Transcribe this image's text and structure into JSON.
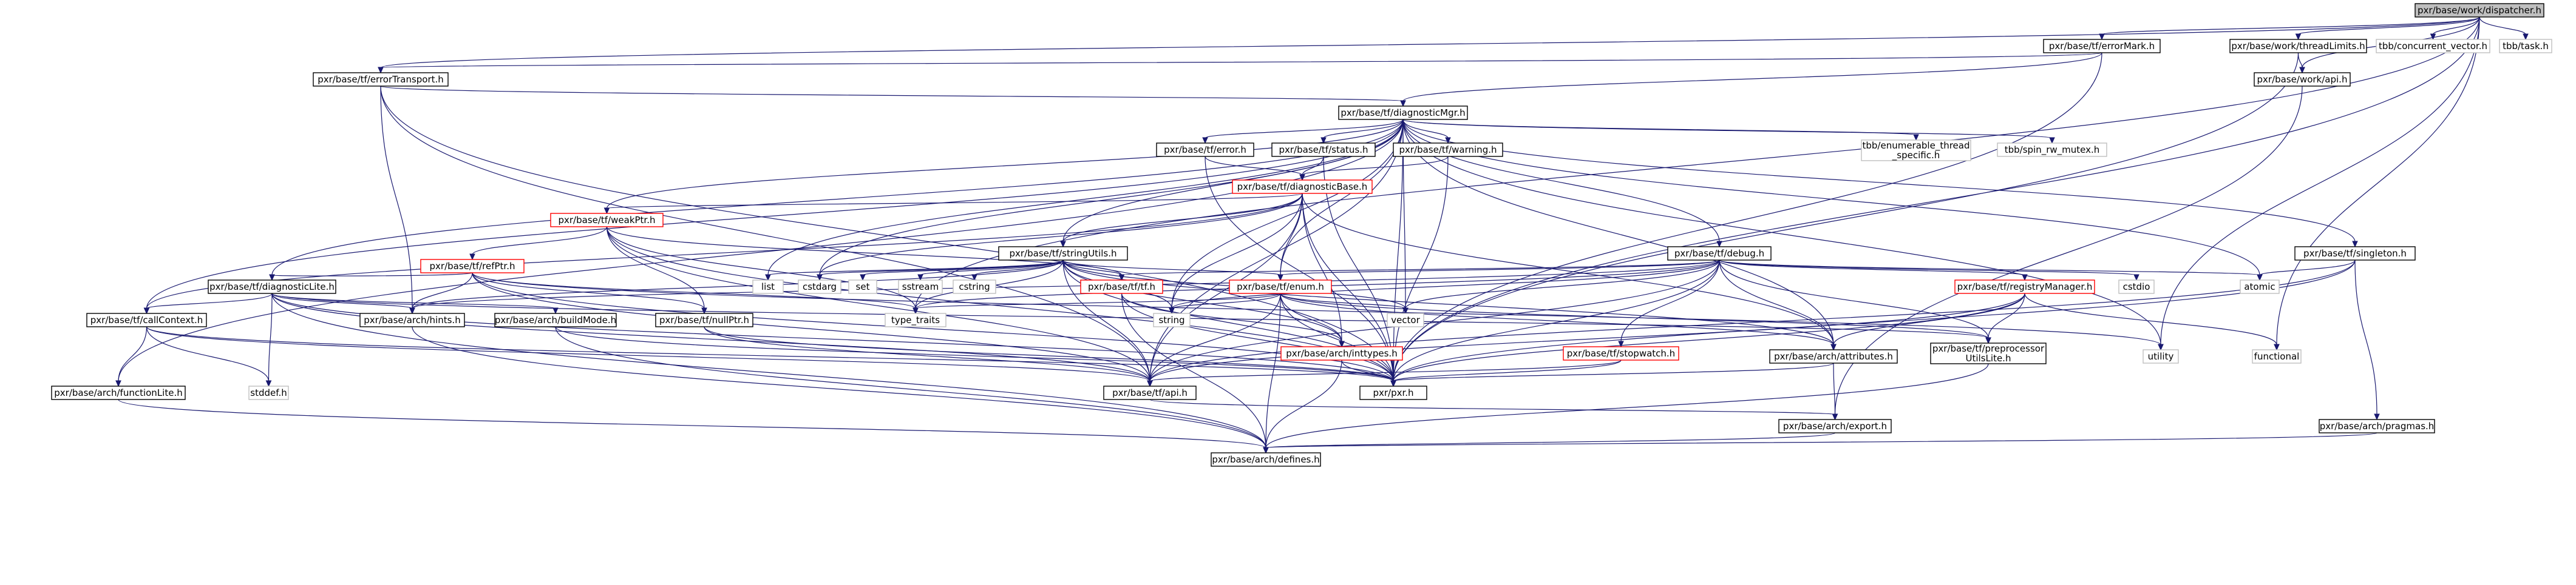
{
  "graph": {
    "title": "",
    "colors": {
      "root_fill": "#bfbfbf",
      "doc_node_border": "#000000",
      "truncated_node_border": "#ff0000",
      "external_node_border": "#bfbfbf",
      "edge": "#191970"
    },
    "nodes": [
      {
        "id": "dispatcher",
        "label": "pxr/base/work/dispatcher.h",
        "kind": "root"
      },
      {
        "id": "errorMark",
        "label": "pxr/base/tf/errorMark.h",
        "kind": "doc"
      },
      {
        "id": "threadLimits",
        "label": "pxr/base/work/threadLimits.h",
        "kind": "doc"
      },
      {
        "id": "tbbConcVec",
        "label": "tbb/concurrent_vector.h",
        "kind": "external"
      },
      {
        "id": "tbbTask",
        "label": "tbb/task.h",
        "kind": "external"
      },
      {
        "id": "errorTransport",
        "label": "pxr/base/tf/errorTransport.h",
        "kind": "doc"
      },
      {
        "id": "workApi",
        "label": "pxr/base/work/api.h",
        "kind": "doc"
      },
      {
        "id": "diagnosticMgr",
        "label": "pxr/base/tf/diagnosticMgr.h",
        "kind": "doc"
      },
      {
        "id": "tfError",
        "label": "pxr/base/tf/error.h",
        "kind": "doc"
      },
      {
        "id": "tfStatus",
        "label": "pxr/base/tf/status.h",
        "kind": "doc"
      },
      {
        "id": "tfWarning",
        "label": "pxr/base/tf/warning.h",
        "kind": "doc"
      },
      {
        "id": "tbbEnum",
        "label": "tbb/enumerable_thread\n_specific.h",
        "kind": "external"
      },
      {
        "id": "tbbSpin",
        "label": "tbb/spin_rw_mutex.h",
        "kind": "external"
      },
      {
        "id": "tfSingleton",
        "label": "pxr/base/tf/singleton.h",
        "kind": "doc"
      },
      {
        "id": "diagnosticBase",
        "label": "pxr/base/tf/diagnosticBase.h",
        "kind": "truncated"
      },
      {
        "id": "weakPtr",
        "label": "pxr/base/tf/weakPtr.h",
        "kind": "truncated"
      },
      {
        "id": "stringUtils",
        "label": "pxr/base/tf/stringUtils.h",
        "kind": "doc"
      },
      {
        "id": "tfDebug",
        "label": "pxr/base/tf/debug.h",
        "kind": "doc"
      },
      {
        "id": "refPtr",
        "label": "pxr/base/tf/refPtr.h",
        "kind": "truncated"
      },
      {
        "id": "diagnosticLite",
        "label": "pxr/base/tf/diagnosticLite.h",
        "kind": "doc"
      },
      {
        "id": "list",
        "label": "list",
        "kind": "external"
      },
      {
        "id": "cstdarg",
        "label": "cstdarg",
        "kind": "external"
      },
      {
        "id": "set",
        "label": "set",
        "kind": "external"
      },
      {
        "id": "sstream",
        "label": "sstream",
        "kind": "external"
      },
      {
        "id": "cstring",
        "label": "cstring",
        "kind": "external"
      },
      {
        "id": "tfTf",
        "label": "pxr/base/tf/tf.h",
        "kind": "truncated"
      },
      {
        "id": "tfEnum",
        "label": "pxr/base/tf/enum.h",
        "kind": "truncated"
      },
      {
        "id": "registryManager",
        "label": "pxr/base/tf/registryManager.h",
        "kind": "truncated"
      },
      {
        "id": "cstdio",
        "label": "cstdio",
        "kind": "external"
      },
      {
        "id": "atomic",
        "label": "atomic",
        "kind": "external"
      },
      {
        "id": "callContext",
        "label": "pxr/base/tf/callContext.h",
        "kind": "doc"
      },
      {
        "id": "hints",
        "label": "pxr/base/arch/hints.h",
        "kind": "doc"
      },
      {
        "id": "buildMode",
        "label": "pxr/base/arch/buildMode.h",
        "kind": "doc"
      },
      {
        "id": "nullPtr",
        "label": "pxr/base/tf/nullPtr.h",
        "kind": "doc"
      },
      {
        "id": "typeTraits",
        "label": "type_traits",
        "kind": "external"
      },
      {
        "id": "string",
        "label": "string",
        "kind": "external"
      },
      {
        "id": "inttypes",
        "label": "pxr/base/arch/inttypes.h",
        "kind": "truncated"
      },
      {
        "id": "vector",
        "label": "vector",
        "kind": "external"
      },
      {
        "id": "stopwatch",
        "label": "pxr/base/tf/stopwatch.h",
        "kind": "truncated"
      },
      {
        "id": "attributes",
        "label": "pxr/base/arch/attributes.h",
        "kind": "doc"
      },
      {
        "id": "preprocessorUtilsLite",
        "label": "pxr/base/tf/preprocessor\nUtilsLite.h",
        "kind": "doc"
      },
      {
        "id": "utility",
        "label": "utility",
        "kind": "external"
      },
      {
        "id": "functional",
        "label": "functional",
        "kind": "external"
      },
      {
        "id": "functionLite",
        "label": "pxr/base/arch/functionLite.h",
        "kind": "doc"
      },
      {
        "id": "stddef",
        "label": "stddef.h",
        "kind": "external"
      },
      {
        "id": "tfApi",
        "label": "pxr/base/tf/api.h",
        "kind": "doc"
      },
      {
        "id": "pxr",
        "label": "pxr/pxr.h",
        "kind": "doc"
      },
      {
        "id": "archExport",
        "label": "pxr/base/arch/export.h",
        "kind": "doc"
      },
      {
        "id": "pragmas",
        "label": "pxr/base/arch/pragmas.h",
        "kind": "doc"
      },
      {
        "id": "defines",
        "label": "pxr/base/arch/defines.h",
        "kind": "doc"
      }
    ],
    "edges": [
      [
        "dispatcher",
        "errorMark"
      ],
      [
        "dispatcher",
        "errorTransport"
      ],
      [
        "dispatcher",
        "threadLimits"
      ],
      [
        "dispatcher",
        "workApi"
      ],
      [
        "dispatcher",
        "tbbConcVec"
      ],
      [
        "dispatcher",
        "tbbTask"
      ],
      [
        "dispatcher",
        "functional"
      ],
      [
        "dispatcher",
        "utility"
      ],
      [
        "dispatcher",
        "pxr"
      ],
      [
        "dispatcher",
        "typeTraits"
      ],
      [
        "errorMark",
        "diagnosticMgr"
      ],
      [
        "errorMark",
        "errorTransport"
      ],
      [
        "errorMark",
        "pxr"
      ],
      [
        "threadLimits",
        "workApi"
      ],
      [
        "threadLimits",
        "pxr"
      ],
      [
        "workApi",
        "archExport"
      ],
      [
        "errorTransport",
        "diagnosticMgr"
      ],
      [
        "errorTransport",
        "hints"
      ],
      [
        "errorTransport",
        "tfApi"
      ],
      [
        "errorTransport",
        "pxr"
      ],
      [
        "diagnosticMgr",
        "tfError"
      ],
      [
        "diagnosticMgr",
        "tfStatus"
      ],
      [
        "diagnosticMgr",
        "tfWarning"
      ],
      [
        "diagnosticMgr",
        "tbbEnum"
      ],
      [
        "diagnosticMgr",
        "tbbSpin"
      ],
      [
        "diagnosticMgr",
        "tfSingleton"
      ],
      [
        "diagnosticMgr",
        "weakPtr"
      ],
      [
        "diagnosticMgr",
        "stringUtils"
      ],
      [
        "diagnosticMgr",
        "tfDebug"
      ],
      [
        "diagnosticMgr",
        "diagnosticLite"
      ],
      [
        "diagnosticMgr",
        "callContext"
      ],
      [
        "diagnosticMgr",
        "functionLite"
      ],
      [
        "diagnosticMgr",
        "list"
      ],
      [
        "diagnosticMgr",
        "cstdarg"
      ],
      [
        "diagnosticMgr",
        "tfEnum"
      ],
      [
        "diagnosticMgr",
        "vector"
      ],
      [
        "diagnosticMgr",
        "atomic"
      ],
      [
        "diagnosticMgr",
        "attributes"
      ],
      [
        "diagnosticMgr",
        "tfApi"
      ],
      [
        "diagnosticMgr",
        "pxr"
      ],
      [
        "diagnosticMgr",
        "string"
      ],
      [
        "diagnosticMgr",
        "utility"
      ],
      [
        "tfError",
        "diagnosticBase"
      ],
      [
        "tfError",
        "pxr"
      ],
      [
        "tfStatus",
        "diagnosticBase"
      ],
      [
        "tfStatus",
        "pxr"
      ],
      [
        "tfWarning",
        "diagnosticBase"
      ],
      [
        "tfWarning",
        "pxr"
      ],
      [
        "tfSingleton",
        "atomic"
      ],
      [
        "tfSingleton",
        "pragmas"
      ],
      [
        "tfSingleton",
        "tfApi"
      ],
      [
        "tfSingleton",
        "pxr"
      ],
      [
        "diagnosticBase",
        "weakPtr"
      ],
      [
        "diagnosticBase",
        "stringUtils"
      ],
      [
        "diagnosticBase",
        "callContext"
      ],
      [
        "diagnosticBase",
        "tfEnum"
      ],
      [
        "diagnosticBase",
        "inttypes"
      ],
      [
        "diagnosticBase",
        "attributes"
      ],
      [
        "diagnosticBase",
        "cstdarg"
      ],
      [
        "diagnosticBase",
        "string"
      ],
      [
        "diagnosticBase",
        "tfApi"
      ],
      [
        "diagnosticBase",
        "pxr"
      ],
      [
        "weakPtr",
        "refPtr"
      ],
      [
        "weakPtr",
        "nullPtr"
      ],
      [
        "weakPtr",
        "tfTf"
      ],
      [
        "weakPtr",
        "typeTraits"
      ],
      [
        "weakPtr",
        "tfApi"
      ],
      [
        "weakPtr",
        "pxr"
      ],
      [
        "refPtr",
        "diagnosticLite"
      ],
      [
        "refPtr",
        "hints"
      ],
      [
        "refPtr",
        "nullPtr"
      ],
      [
        "refPtr",
        "tfApi"
      ],
      [
        "refPtr",
        "typeTraits"
      ],
      [
        "refPtr",
        "pxr"
      ],
      [
        "refPtr",
        "utility"
      ],
      [
        "stringUtils",
        "tfTf"
      ],
      [
        "stringUtils",
        "tfEnum"
      ],
      [
        "stringUtils",
        "inttypes"
      ],
      [
        "stringUtils",
        "attributes"
      ],
      [
        "stringUtils",
        "hints"
      ],
      [
        "stringUtils",
        "list"
      ],
      [
        "stringUtils",
        "cstdarg"
      ],
      [
        "stringUtils",
        "set"
      ],
      [
        "stringUtils",
        "sstream"
      ],
      [
        "stringUtils",
        "cstring"
      ],
      [
        "stringUtils",
        "string"
      ],
      [
        "stringUtils",
        "vector"
      ],
      [
        "stringUtils",
        "typeTraits"
      ],
      [
        "stringUtils",
        "tfApi"
      ],
      [
        "stringUtils",
        "pxr"
      ],
      [
        "tfDebug",
        "tfEnum"
      ],
      [
        "tfDebug",
        "registryManager"
      ],
      [
        "tfDebug",
        "stopwatch"
      ],
      [
        "tfDebug",
        "tfTf"
      ],
      [
        "tfDebug",
        "hints"
      ],
      [
        "tfDebug",
        "attributes"
      ],
      [
        "tfDebug",
        "preprocessorUtilsLite"
      ],
      [
        "tfDebug",
        "atomic"
      ],
      [
        "tfDebug",
        "cstdio"
      ],
      [
        "tfDebug",
        "string"
      ],
      [
        "tfDebug",
        "vector"
      ],
      [
        "tfDebug",
        "typeTraits"
      ],
      [
        "tfDebug",
        "tfApi"
      ],
      [
        "tfDebug",
        "pxr"
      ],
      [
        "diagnosticLite",
        "callContext"
      ],
      [
        "diagnosticLite",
        "buildMode"
      ],
      [
        "diagnosticLite",
        "hints"
      ],
      [
        "diagnosticLite",
        "preprocessorUtilsLite"
      ],
      [
        "diagnosticLite",
        "stddef"
      ],
      [
        "diagnosticLite",
        "tfApi"
      ],
      [
        "diagnosticLite",
        "pxr"
      ],
      [
        "diagnosticLite",
        "defines"
      ],
      [
        "tfTf",
        "inttypes"
      ],
      [
        "tfTf",
        "pxr"
      ],
      [
        "tfTf",
        "defines"
      ],
      [
        "tfEnum",
        "inttypes"
      ],
      [
        "tfEnum",
        "string"
      ],
      [
        "tfEnum",
        "vector"
      ],
      [
        "tfEnum",
        "typeTraits"
      ],
      [
        "tfEnum",
        "tfApi"
      ],
      [
        "tfEnum",
        "pxr"
      ],
      [
        "tfEnum",
        "defines"
      ],
      [
        "tfEnum",
        "preprocessorUtilsLite"
      ],
      [
        "tfEnum",
        "attributes"
      ],
      [
        "registryManager",
        "attributes"
      ],
      [
        "registryManager",
        "preprocessorUtilsLite"
      ],
      [
        "registryManager",
        "functional"
      ],
      [
        "registryManager",
        "tfApi"
      ],
      [
        "registryManager",
        "pxr"
      ],
      [
        "callContext",
        "functionLite"
      ],
      [
        "callContext",
        "stddef"
      ],
      [
        "callContext",
        "tfApi"
      ],
      [
        "callContext",
        "pxr"
      ],
      [
        "stopwatch",
        "tfApi"
      ],
      [
        "stopwatch",
        "pxr"
      ],
      [
        "buildMode",
        "defines"
      ],
      [
        "buildMode",
        "pxr"
      ],
      [
        "nullPtr",
        "tfApi"
      ],
      [
        "nullPtr",
        "pxr"
      ],
      [
        "inttypes",
        "defines"
      ],
      [
        "inttypes",
        "pxr"
      ],
      [
        "attributes",
        "archExport"
      ],
      [
        "attributes",
        "pxr"
      ],
      [
        "preprocessorUtilsLite",
        "defines"
      ],
      [
        "hints",
        "defines"
      ],
      [
        "functionLite",
        "defines"
      ],
      [
        "tfApi",
        "archExport"
      ],
      [
        "archExport",
        "defines"
      ],
      [
        "pragmas",
        "defines"
      ]
    ]
  }
}
